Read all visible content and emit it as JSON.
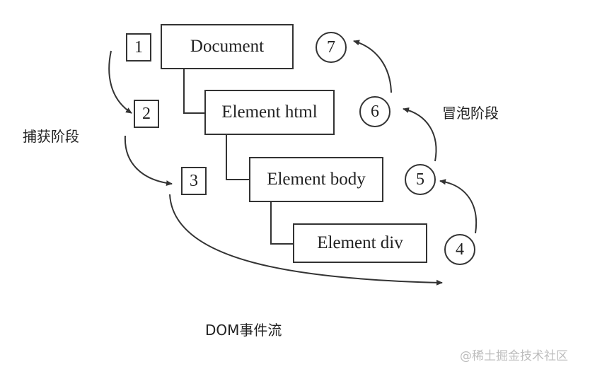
{
  "diagram": {
    "nodes": [
      {
        "id": "document",
        "label": "Document"
      },
      {
        "id": "html",
        "label": "Element html"
      },
      {
        "id": "body",
        "label": "Element body"
      },
      {
        "id": "div",
        "label": "Element div"
      }
    ],
    "capture_steps": [
      "1",
      "2",
      "3"
    ],
    "bubble_steps": [
      "4",
      "5",
      "6",
      "7"
    ],
    "capture_label": "捕获阶段",
    "bubble_label": "冒泡阶段",
    "caption": "DOM事件流",
    "watermark": "@稀土掘金技术社区",
    "line_color": "#333333"
  }
}
